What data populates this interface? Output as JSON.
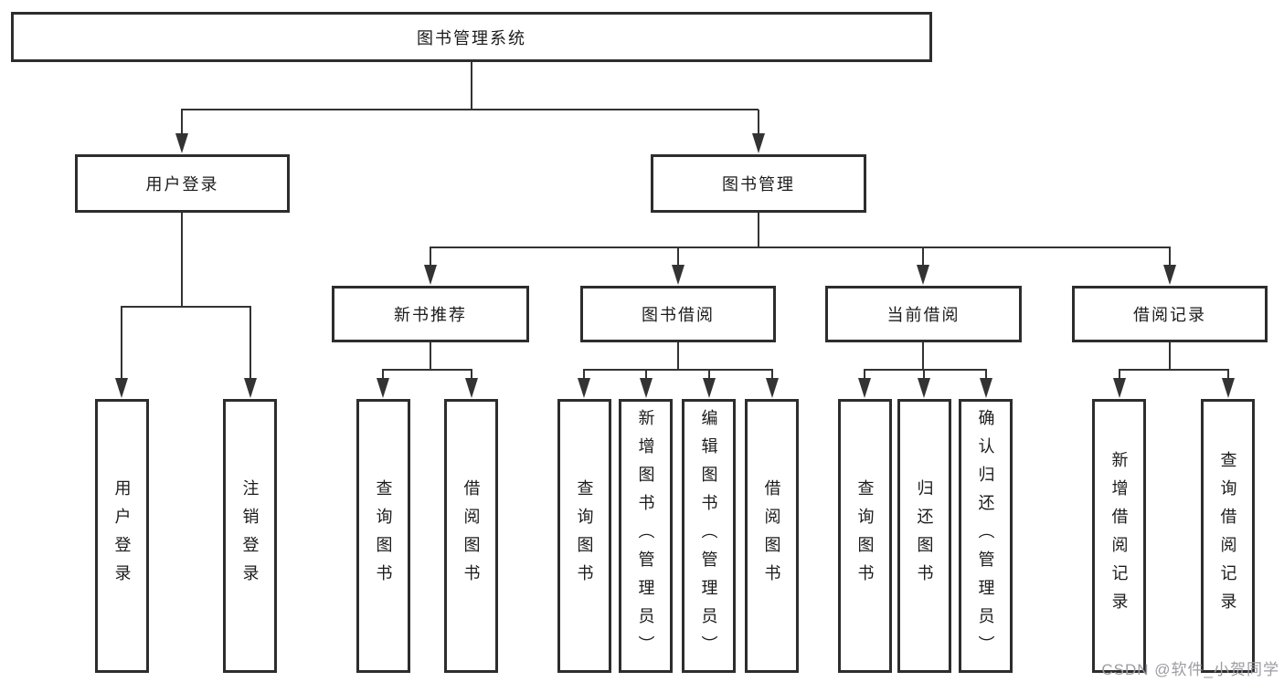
{
  "root": {
    "label": "图书管理系统"
  },
  "level2": [
    {
      "label": "用户登录"
    },
    {
      "label": "图书管理"
    }
  ],
  "level3": [
    {
      "label": "新书推荐"
    },
    {
      "label": "图书借阅"
    },
    {
      "label": "当前借阅"
    },
    {
      "label": "借阅记录"
    }
  ],
  "leaves": [
    {
      "label": "用户登录"
    },
    {
      "label": "注销登录"
    },
    {
      "label": "查询图书"
    },
    {
      "label": "借阅图书"
    },
    {
      "label": "查询图书"
    },
    {
      "label": "新增图书（管理员）"
    },
    {
      "label": "编辑图书（管理员）"
    },
    {
      "label": "借阅图书"
    },
    {
      "label": "查询图书"
    },
    {
      "label": "归还图书"
    },
    {
      "label": "确认归还（管理员）"
    },
    {
      "label": "新增借阅记录"
    },
    {
      "label": "查询借阅记录"
    }
  ],
  "watermark": {
    "text": "CSDN @软件_小贺同学"
  },
  "colors": {
    "line": "#333333",
    "box_border": "#2d2d2d",
    "box_fill": "#ffffff",
    "text": "#1b1b1b",
    "watermark": "#9c9ca2"
  }
}
